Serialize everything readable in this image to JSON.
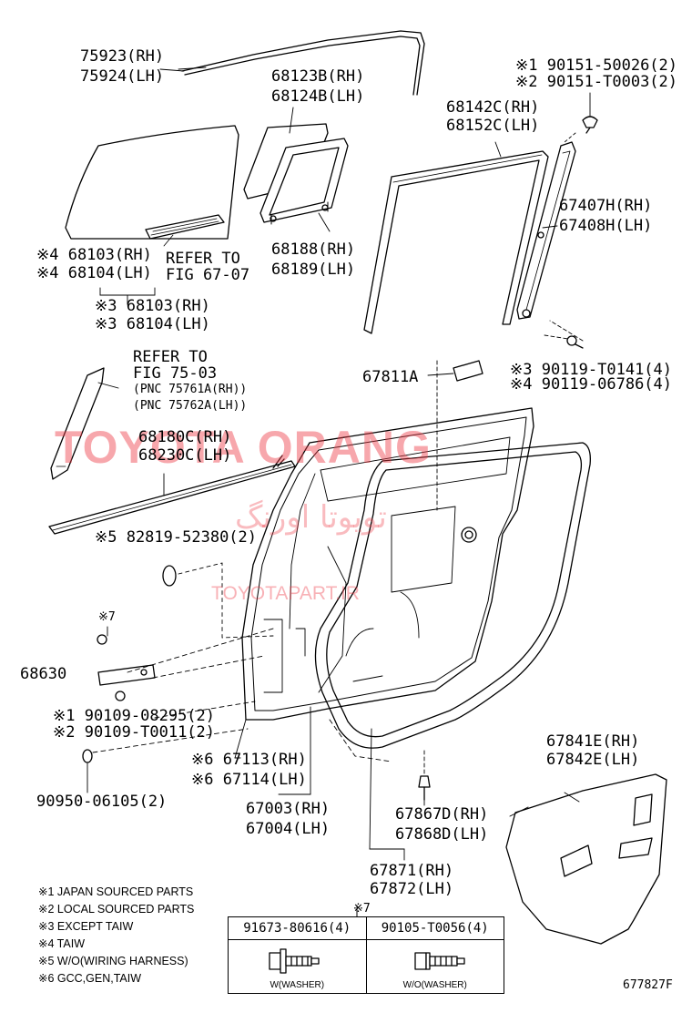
{
  "diagram": {
    "ref_code": "677827F",
    "labels": {
      "p75923": "75923(RH)",
      "p75924": "75924(LH)",
      "p68123b": "68123B(RH)",
      "p68124b": "68124B(LH)",
      "p90151_1": "※1 90151-50026(2)",
      "p90151_2": "※2 90151-T0003(2)",
      "p68142c": "68142C(RH)",
      "p68152c": "68152C(LH)",
      "p67407h": "67407H(RH)",
      "p67408h": "67408H(LH)",
      "p68103_4": "※4 68103(RH)",
      "p68104_4": "※4 68104(LH)",
      "ref_6707a": "REFER TO",
      "ref_6707b": "FIG 67-07",
      "p68188": "68188(RH)",
      "p68189": "68189(LH)",
      "p68103_3": "※3 68103(RH)",
      "p68104_3": "※3 68104(LH)",
      "ref_7503a": "REFER TO",
      "ref_7503b": "FIG 75-03",
      "pnc_1": "(PNC 75761A(RH))",
      "pnc_2": "(PNC 75762A(LH))",
      "p67811a": "67811A",
      "p90119_3": "※3 90119-T0141(4)",
      "p90119_4": "※4 90119-06786(4)",
      "p68180c": "68180C(RH)",
      "p68230c": "68230C(LH)",
      "p82819": "※5 82819-52380(2)",
      "mark7": "※7",
      "p68630": "68630",
      "p90109_1": "※1 90109-08295(2)",
      "p90109_2": "※2 90109-T0011(2)",
      "p67113": "※6 67113(RH)",
      "p67114": "※6 67114(LH)",
      "p90950": "90950-06105(2)",
      "p67003": "67003(RH)",
      "p67004": "67004(LH)",
      "p67867d": "67867D(RH)",
      "p67868d": "67868D(LH)",
      "p67841e": "67841E(RH)",
      "p67842e": "67842E(LH)",
      "p67871": "67871(RH)",
      "p67872": "67872(LH)"
    },
    "notes": [
      "※1 JAPAN SOURCED PARTS",
      "※2 LOCAL SOURCED PARTS",
      "※3 EXCEPT TAIW",
      "※4 TAIW",
      "※5 W/O(WIRING HARNESS)",
      "※6 GCC,GEN,TAIW"
    ],
    "bolt_table": {
      "mark": "※7",
      "cells": [
        {
          "part": "91673-80616(4)",
          "caption": "W(WASHER)"
        },
        {
          "part": "90105-T0056(4)",
          "caption": "W/O(WASHER)"
        }
      ]
    },
    "watermarks": {
      "main": "TOYOTA ORANG",
      "persian": "تویوتا اورنگ",
      "site": "TOYOTAPART.IR"
    }
  }
}
